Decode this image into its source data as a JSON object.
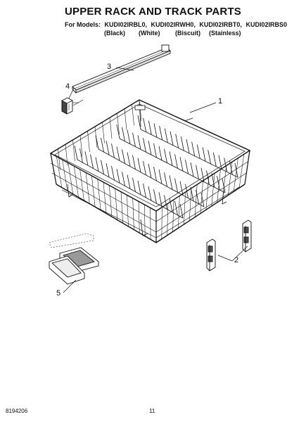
{
  "header": {
    "title": "UPPER RACK AND TRACK PARTS",
    "for_models_prefix": "For Models:",
    "models": [
      "KUDI02IRBL0,",
      "KUDI02IRWH0,",
      "KUDI02IRBT0,",
      "KUDI02IRBS0"
    ],
    "colors": [
      "(Black)",
      "(White)",
      "(Biscuit)",
      "(Stainless)"
    ]
  },
  "callouts": {
    "one": "1",
    "two": "2",
    "three": "3",
    "four": "4",
    "five": "5"
  },
  "footer": {
    "doc_number": "8194206",
    "page_number": "11"
  }
}
